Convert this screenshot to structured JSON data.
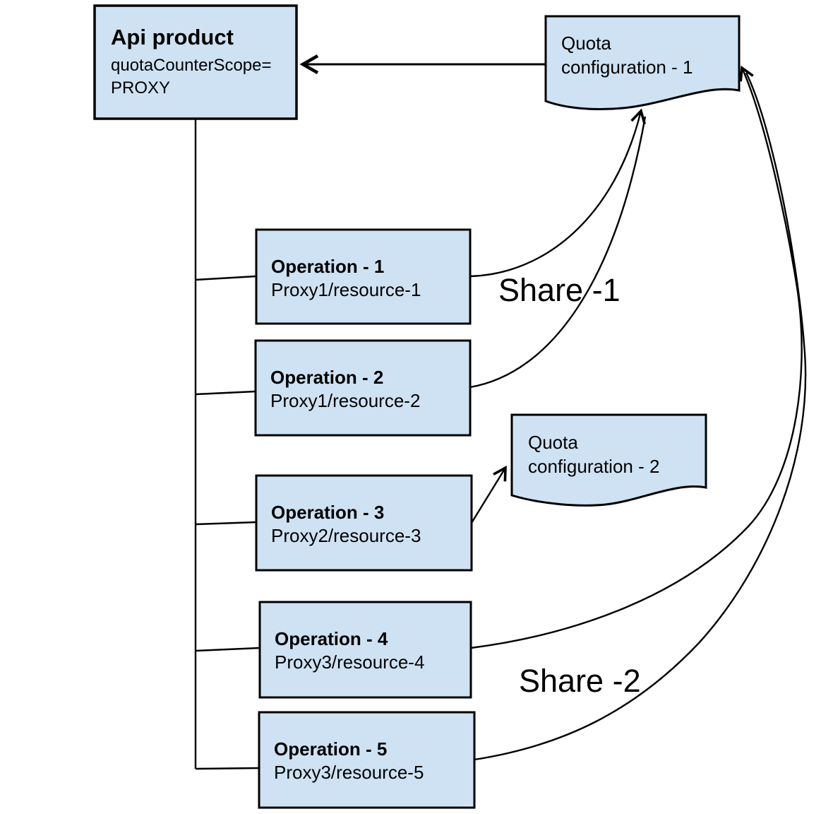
{
  "diagram": {
    "api_product": {
      "title": "Api product",
      "subtitle_line1": "quotaCounterScope=",
      "subtitle_line2": "PROXY"
    },
    "quota_config_1": {
      "line1": "Quota",
      "line2": "configuration - 1"
    },
    "quota_config_2": {
      "line1": "Quota",
      "line2": "configuration - 2"
    },
    "operations": [
      {
        "title": "Operation - 1",
        "subtitle": "Proxy1/resource-1"
      },
      {
        "title": "Operation - 2",
        "subtitle": "Proxy1/resource-2"
      },
      {
        "title": "Operation - 3",
        "subtitle": "Proxy2/resource-3"
      },
      {
        "title": "Operation - 4",
        "subtitle": "Proxy3/resource-4"
      },
      {
        "title": "Operation - 5",
        "subtitle": "Proxy3/resource-5"
      }
    ],
    "share_labels": {
      "share_1": "Share -1",
      "share_2": "Share -2"
    },
    "colors": {
      "node_fill": "#cfe2f3",
      "node_border": "#000000",
      "connector": "#000000",
      "background": "#ffffff"
    }
  }
}
